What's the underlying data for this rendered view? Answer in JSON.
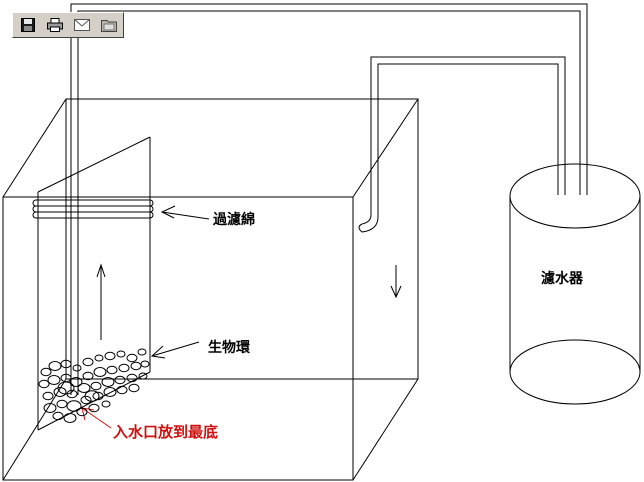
{
  "toolbar": {
    "buttons": [
      {
        "name": "save-icon",
        "icon": "floppy-disk"
      },
      {
        "name": "print-icon",
        "icon": "printer"
      },
      {
        "name": "email-icon",
        "icon": "envelope"
      },
      {
        "name": "folder-icon",
        "icon": "folder-open"
      }
    ]
  },
  "labels": {
    "filter_sponge": "過濾綿",
    "bio_rings": "生物環",
    "filter_device": "濾水器",
    "inlet_note": "入水口放到最底"
  },
  "colors": {
    "line": "#000000",
    "note": "#d01010",
    "toolbar_bg": "#d4d0c8"
  }
}
